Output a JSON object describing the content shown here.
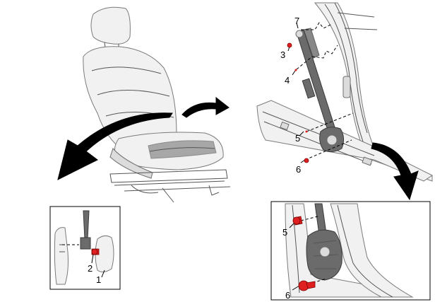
{
  "callouts": {
    "one": "1",
    "two": "2",
    "three": "3",
    "four": "4",
    "five_upper": "5",
    "six_upper": "6",
    "seven": "7",
    "five_lower": "5",
    "six_lower": "6"
  },
  "colors": {
    "fastener": "#e02020",
    "outline": "#000000"
  }
}
